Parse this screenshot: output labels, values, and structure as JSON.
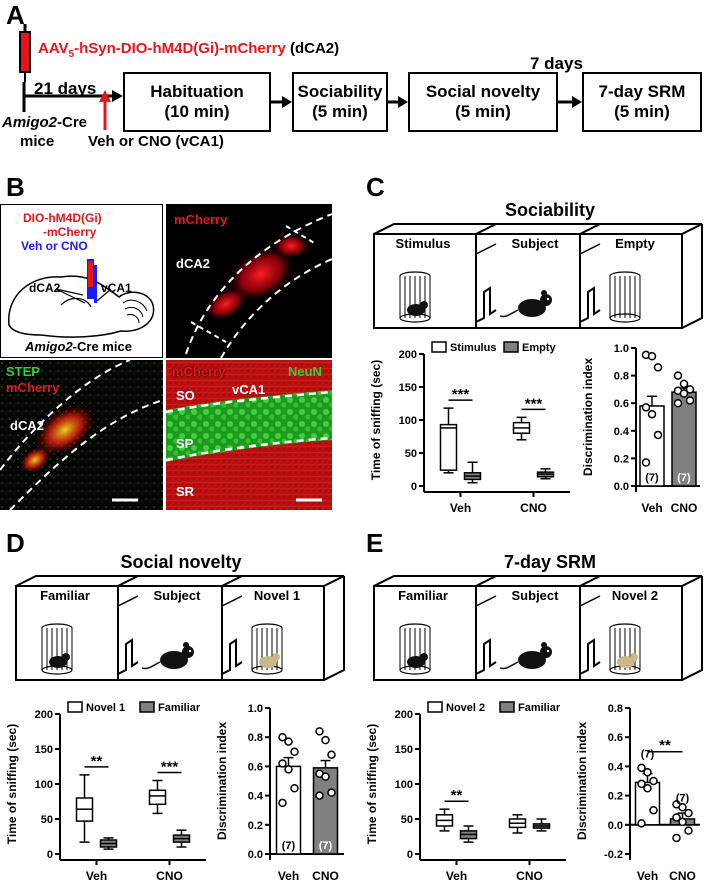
{
  "panels": {
    "a": "A",
    "b": "B",
    "c": "C",
    "d": "D",
    "e": "E"
  },
  "panelA": {
    "virus_prefix": "AAV",
    "virus_sub": "5",
    "virus_main": "-hSyn-DIO-hM4D(Gi)-mCherry",
    "region": "(dCA2)",
    "days21": "21 days",
    "days7": "7 days",
    "mouse_line_italic": "Amigo2",
    "mouse_line_rest": "-Cre",
    "mice": "mice",
    "injection": "Veh or CNO (vCA1)",
    "steps": [
      {
        "name": "Habituation",
        "dur": "(10 min)"
      },
      {
        "name": "Sociability",
        "dur": "(5 min)"
      },
      {
        "name": "Social novelty",
        "dur": "(5 min)"
      },
      {
        "name": "7-day SRM",
        "dur": "(5 min)"
      }
    ]
  },
  "panelB": {
    "schematic_virus1": "DIO-hM4D(Gi)",
    "schematic_virus2": "-mCherry",
    "schematic_drug": "Veh or CNO",
    "label_dca2": "dCA2",
    "label_vca1": "vCA1",
    "mouse_italic": "Amigo2",
    "mouse_rest": "-Cre mice",
    "img2_label": "mCherry",
    "img2_region": "dCA2",
    "img3_label1": "STEP",
    "img3_label2": "mCherry",
    "img3_region": "dCA2",
    "img4_label1": "mCherry",
    "img4_label2": "NeuN",
    "img4_so": "SO",
    "img4_vca1": "vCA1",
    "img4_sp": "SP",
    "img4_sr": "SR"
  },
  "colors": {
    "red": "#e8141c",
    "blue": "#1a1aff",
    "green": "#2fd22f",
    "gray": "#808080"
  },
  "panelC": {
    "title": "Sociability",
    "chambers": [
      "Stimulus",
      "Subject",
      "Empty"
    ]
  },
  "panelD": {
    "title": "Social novelty",
    "chambers": [
      "Familiar",
      "Subject",
      "Novel 1"
    ]
  },
  "panelE": {
    "title": "7-day SRM",
    "chambers": [
      "Familiar",
      "Subject",
      "Novel 2"
    ]
  },
  "chart_data": [
    {
      "type": "box",
      "panel": "C",
      "ylabel": "Time of sniffing (sec)",
      "ylim": [
        0,
        200
      ],
      "yticks": [
        0,
        50,
        100,
        150,
        200
      ],
      "categories": [
        "Veh",
        "CNO"
      ],
      "legend": [
        "Stimulus",
        "Empty"
      ],
      "series": [
        {
          "name": "Stimulus",
          "color": "#ffffff",
          "boxes": [
            {
              "min": 20,
              "q1": 24,
              "median": 88,
              "q3": 93,
              "max": 118
            },
            {
              "min": 70,
              "q1": 80,
              "median": 88,
              "q3": 96,
              "max": 104
            }
          ]
        },
        {
          "name": "Empty",
          "color": "#808080",
          "boxes": [
            {
              "min": 5,
              "q1": 10,
              "median": 15,
              "q3": 20,
              "max": 36
            },
            {
              "min": 11,
              "q1": 14,
              "median": 18,
              "q3": 21,
              "max": 26
            }
          ]
        }
      ],
      "significance": [
        "***",
        "***"
      ]
    },
    {
      "type": "bar",
      "panel": "C",
      "ylabel": "Discrimination index",
      "ylim": [
        0,
        1.0
      ],
      "yticks": [
        0,
        0.2,
        0.4,
        0.6,
        0.8,
        1.0
      ],
      "categories": [
        "Veh",
        "CNO"
      ],
      "values": [
        0.58,
        0.68
      ],
      "sem": [
        0.07,
        0.03
      ],
      "n": [
        "(7)",
        "(7)"
      ],
      "points": [
        [
          0.95,
          0.94,
          0.86,
          0.57,
          0.52,
          0.37,
          0.17
        ],
        [
          0.8,
          0.74,
          0.7,
          0.69,
          0.67,
          0.62,
          0.6
        ]
      ],
      "colors": [
        "#ffffff",
        "#808080"
      ]
    },
    {
      "type": "box",
      "panel": "D",
      "ylabel": "Time of sniffing (sec)",
      "ylim": [
        0,
        200
      ],
      "yticks": [
        0,
        50,
        100,
        150,
        200
      ],
      "categories": [
        "Veh",
        "CNO"
      ],
      "legend": [
        "Novel 1",
        "Familiar"
      ],
      "series": [
        {
          "name": "Novel 1",
          "color": "#ffffff",
          "boxes": [
            {
              "min": 17,
              "q1": 47,
              "median": 64,
              "q3": 80,
              "max": 113
            },
            {
              "min": 58,
              "q1": 71,
              "median": 83,
              "q3": 91,
              "max": 105
            }
          ]
        },
        {
          "name": "Familiar",
          "color": "#808080",
          "boxes": [
            {
              "min": 7,
              "q1": 10,
              "median": 15,
              "q3": 20,
              "max": 23
            },
            {
              "min": 10,
              "q1": 17,
              "median": 22,
              "q3": 27,
              "max": 34
            }
          ]
        }
      ],
      "significance": [
        "**",
        "***"
      ]
    },
    {
      "type": "bar",
      "panel": "D",
      "ylabel": "Discrimination index",
      "ylim": [
        0,
        1.0
      ],
      "yticks": [
        0,
        0.2,
        0.4,
        0.6,
        0.8,
        1.0
      ],
      "categories": [
        "Veh",
        "CNO"
      ],
      "values": [
        0.6,
        0.59
      ],
      "sem": [
        0.06,
        0.05
      ],
      "n": [
        "(7)",
        "(7)"
      ],
      "points": [
        [
          0.8,
          0.77,
          0.7,
          0.62,
          0.58,
          0.45,
          0.35
        ],
        [
          0.84,
          0.78,
          0.68,
          0.55,
          0.53,
          0.42,
          0.4
        ]
      ],
      "colors": [
        "#ffffff",
        "#808080"
      ]
    },
    {
      "type": "box",
      "panel": "E",
      "ylabel": "Time of sniffing (sec)",
      "ylim": [
        0,
        200
      ],
      "yticks": [
        0,
        50,
        100,
        150,
        200
      ],
      "categories": [
        "Veh",
        "CNO"
      ],
      "legend": [
        "Novel 2",
        "Familiar"
      ],
      "series": [
        {
          "name": "Novel 2",
          "color": "#ffffff",
          "boxes": [
            {
              "min": 33,
              "q1": 40,
              "median": 48,
              "q3": 56,
              "max": 64
            },
            {
              "min": 30,
              "q1": 38,
              "median": 44,
              "q3": 50,
              "max": 56
            }
          ]
        },
        {
          "name": "Familiar",
          "color": "#808080",
          "boxes": [
            {
              "min": 17,
              "q1": 22,
              "median": 28,
              "q3": 33,
              "max": 40
            },
            {
              "min": 33,
              "q1": 37,
              "median": 40,
              "q3": 43,
              "max": 50
            }
          ]
        }
      ],
      "significance": [
        "**"
      ]
    },
    {
      "type": "bar",
      "panel": "E",
      "ylabel": "Discrimination index",
      "ylim": [
        -0.2,
        0.8
      ],
      "yticks": [
        -0.2,
        0.0,
        0.2,
        0.4,
        0.6,
        0.8
      ],
      "categories": [
        "Veh",
        "CNO"
      ],
      "values": [
        0.29,
        0.04
      ],
      "sem": [
        0.06,
        0.04
      ],
      "n": [
        "(7)",
        "(7)"
      ],
      "points": [
        [
          0.39,
          0.36,
          0.3,
          0.28,
          0.25,
          0.1,
          0.01
        ],
        [
          0.14,
          0.12,
          0.08,
          0.05,
          0.02,
          -0.04,
          -0.09
        ]
      ],
      "colors": [
        "#ffffff",
        "#808080"
      ],
      "significance": "**"
    }
  ]
}
